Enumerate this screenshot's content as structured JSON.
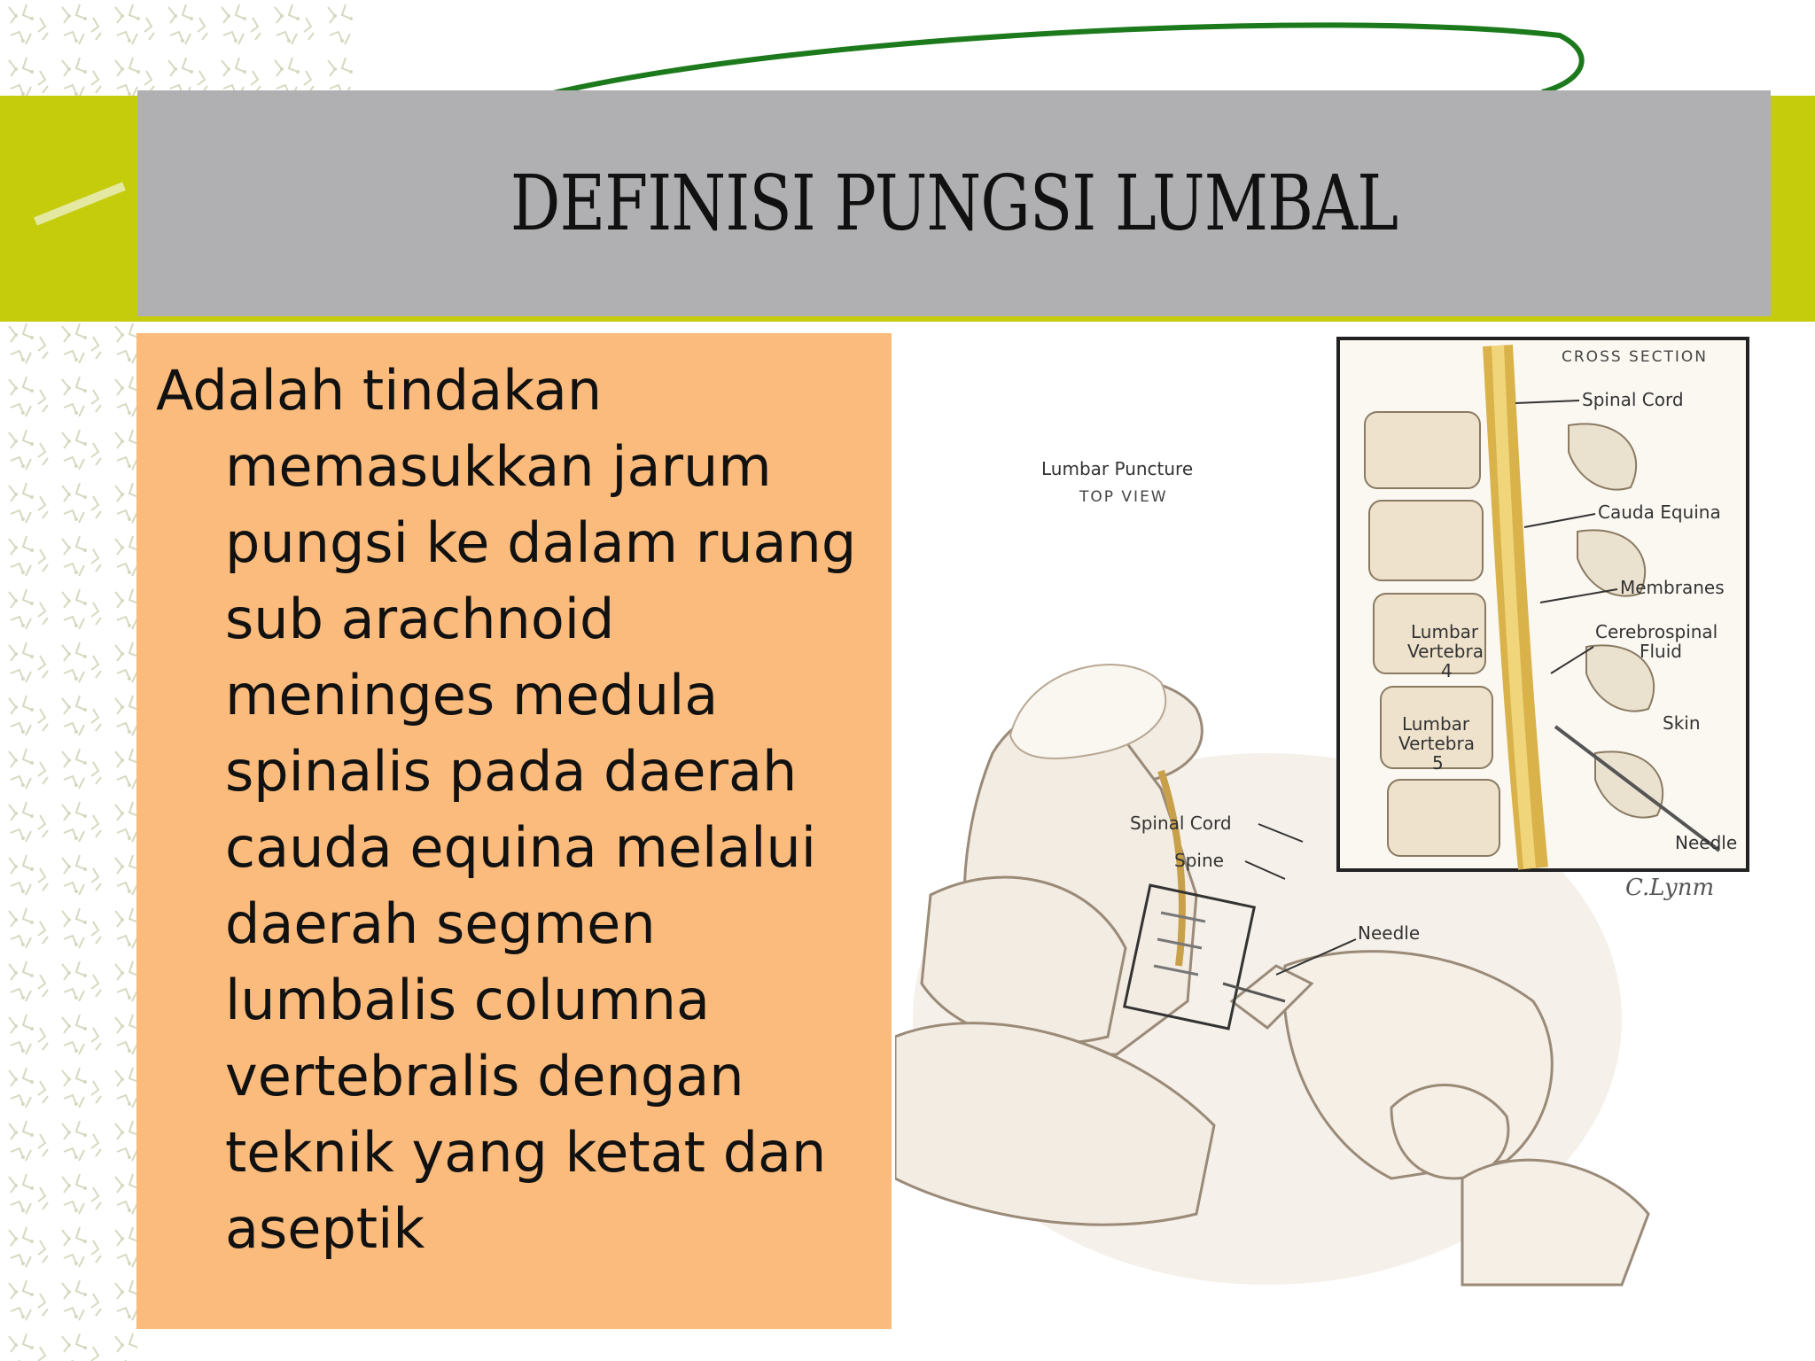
{
  "slide": {
    "title": "DEFINISI PUNGSI LUMBAL",
    "body": "Adalah tindakan memasukkan jarum pungsi ke dalam ruang sub arachnoid meninges medula spinalis pada daerah cauda equina melalui daerah segmen lumbalis columna vertebralis dengan teknik yang ketat dan aseptik"
  },
  "illustration": {
    "main_title": "Lumbar Puncture",
    "main_subtitle": "TOP VIEW",
    "label_spinal_cord": "Spinal Cord",
    "label_spine": "Spine",
    "label_needle": "Needle",
    "signature": "C.Lynm",
    "inset": {
      "title": "CROSS SECTION",
      "spinal_cord": "Spinal Cord",
      "cauda_equina": "Cauda Equina",
      "membranes": "Membranes",
      "csf_line1": "Cerebrospinal",
      "csf_line2": "Fluid",
      "skin": "Skin",
      "needle": "Needle",
      "l4_line1": "Lumbar",
      "l4_line2": "Vertebra",
      "l4_line3": "4",
      "l5_line1": "Lumbar",
      "l5_line2": "Vertebra",
      "l5_line3": "5"
    }
  },
  "colors": {
    "title_bar": "#b0b0b2",
    "text_box": "#fabb7c",
    "accent_band": "#c5cc0c",
    "oval_line": "#1c7a1c"
  }
}
